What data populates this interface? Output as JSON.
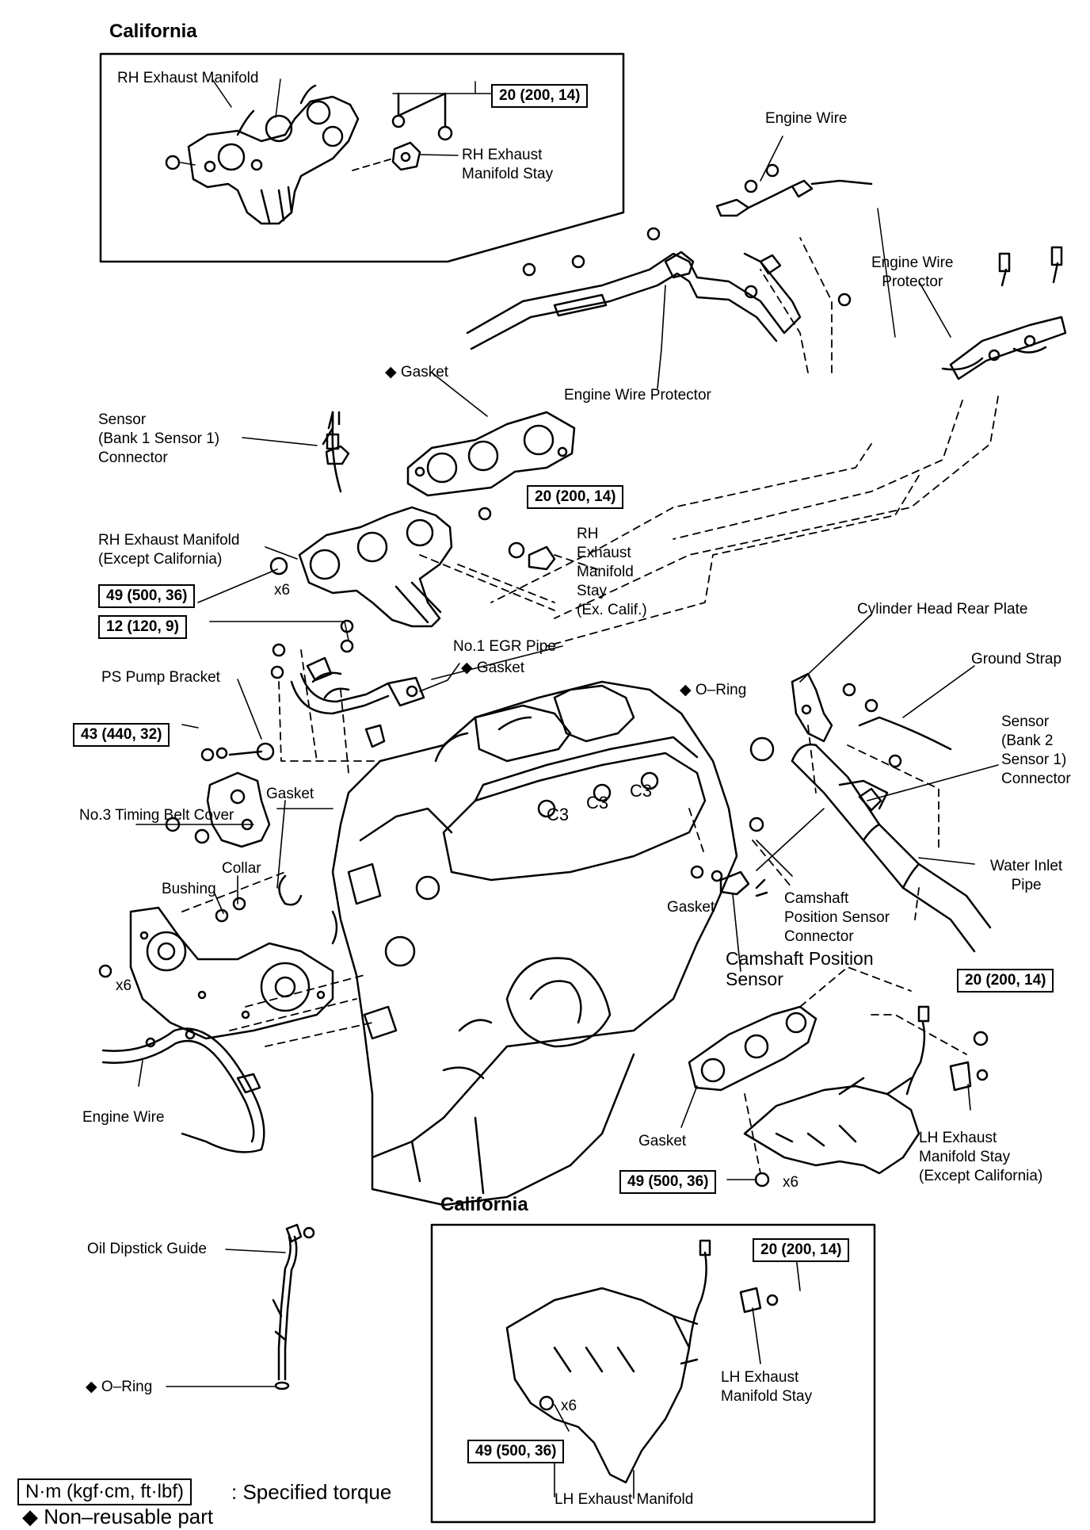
{
  "diagram": {
    "top_inset": {
      "title": "California",
      "labels": {
        "rh_exhaust_manifold": "RH Exhaust Manifold",
        "rh_exhaust_manifold_stay": "RH Exhaust\nManifold Stay"
      },
      "torque": "20 (200, 14)"
    },
    "bottom_inset": {
      "title": "California",
      "labels": {
        "lh_exhaust_manifold_stay": "LH Exhaust\nManifold Stay",
        "lh_exhaust_manifold": "LH Exhaust Manifold",
        "x6": "x6"
      },
      "torque_stay": "20 (200, 14)",
      "torque_manifold": "49 (500, 36)"
    },
    "labels": {
      "engine_wire_top": "Engine Wire",
      "engine_wire_protector_right": "Engine Wire\nProtector",
      "gasket_rh": "◆ Gasket",
      "engine_wire_protector_mid": "Engine Wire Protector",
      "sensor_bank1": "Sensor\n(Bank 1 Sensor 1)\nConnector",
      "rh_exhaust_manifold_ex": "RH Exhaust Manifold\n(Except California)",
      "x6_rh": "x6",
      "rh_stay_ex": "RH\nExhaust\nManifold\nStay\n(Ex. Calif.)",
      "no1_egr_pipe": "No.1 EGR Pipe",
      "gasket_egr": "◆ Gasket",
      "ps_pump_bracket": "PS Pump Bracket",
      "o_ring_top": "◆ O–Ring",
      "cylinder_head_rear_plate": "Cylinder Head Rear Plate",
      "ground_strap": "Ground Strap",
      "sensor_bank2": "Sensor\n(Bank 2\nSensor 1)\nConnector",
      "gasket_timing": "Gasket",
      "no3_timing_belt_cover": "No.3 Timing Belt Cover",
      "collar": "Collar",
      "bushing": "Bushing",
      "water_inlet_pipe": "Water Inlet\nPipe",
      "camshaft_sensor_connector": "Camshaft\nPosition Sensor\nConnector",
      "gasket_cam": "Gasket",
      "camshaft_position_sensor": "Camshaft Position\nSensor",
      "x6_cover": "x6",
      "engine_wire_bottom": "Engine Wire",
      "gasket_lh": "Gasket",
      "lh_stay_ex": "LH Exhaust\nManifold Stay\n(Except California)",
      "x6_lh": "x6",
      "oil_dipstick_guide": "Oil Dipstick Guide",
      "o_ring_bottom": "◆ O–Ring"
    },
    "torques": {
      "rh_stay": "20 (200, 14)",
      "rh_manifold": "49 (500, 36)",
      "egr": "12 (120, 9)",
      "ps_bracket": "43 (440, 32)",
      "lh_stay": "20 (200, 14)",
      "lh_manifold": "49 (500, 36)"
    },
    "legend": {
      "unit_box": "N·m (kgf·cm, ft·lbf)",
      "unit_text": ": Specified torque",
      "nonreusable": "◆ Non–reusable part"
    }
  }
}
